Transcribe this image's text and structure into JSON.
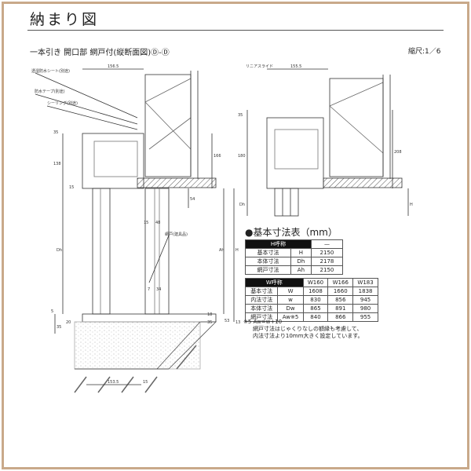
{
  "header": {
    "title": "納まり図",
    "subtitle": "一本引き 開口部 網戸付(縦断面図)Ⓓ-Ⓓ",
    "scale": "縮尺:1／6"
  },
  "left_drawing": {
    "callouts": [
      "透湿防水シート(別途)",
      "防水テープ(別途)",
      "シーリング(別途)",
      "網戸(建具品)"
    ],
    "dims": {
      "top_width": "156.5",
      "d35": "35",
      "d138": "138",
      "d166": "166",
      "d15a": "15",
      "d48": "48",
      "d54": "54",
      "dh": "Dh",
      "ah": "Ah",
      "h": "H",
      "d5": "5",
      "d20": "20",
      "d35b": "35",
      "d18": "18",
      "d35c": "35",
      "d53": "53",
      "d13": "13",
      "d7": "7",
      "d34": "34",
      "bottom_width": "153.5",
      "d15b": "15"
    }
  },
  "right_drawing": {
    "label": "リニアスライド",
    "dims": {
      "top_width": "155.5",
      "d35": "35",
      "d180": "180",
      "d208": "208",
      "dh": "Dh",
      "h": "H"
    }
  },
  "table": {
    "title": "●基本寸法表（mm）",
    "h_table": {
      "header": [
        "H呼称",
        "—"
      ],
      "rows": [
        [
          "基本寸法",
          "H",
          "2150"
        ],
        [
          "本体寸法",
          "Dh",
          "2178"
        ],
        [
          "網戸寸法",
          "Ah",
          "2150"
        ]
      ]
    },
    "w_table": {
      "header": [
        "W呼称",
        "W160",
        "W166",
        "W183"
      ],
      "rows": [
        [
          "基本寸法",
          "W",
          "1608",
          "1660",
          "1838"
        ],
        [
          "内法寸法",
          "w",
          "830",
          "856",
          "945"
        ],
        [
          "本体寸法",
          "Dw",
          "865",
          "891",
          "980"
        ],
        [
          "網戸寸法",
          "Aw※5",
          "840",
          "866",
          "955"
        ]
      ]
    },
    "notes": [
      "※5 Aw=w+10",
      "網戸寸法はじゃくりなしの額縁も考慮して、",
      "内法寸法より10mm大きく設定しています。"
    ]
  }
}
